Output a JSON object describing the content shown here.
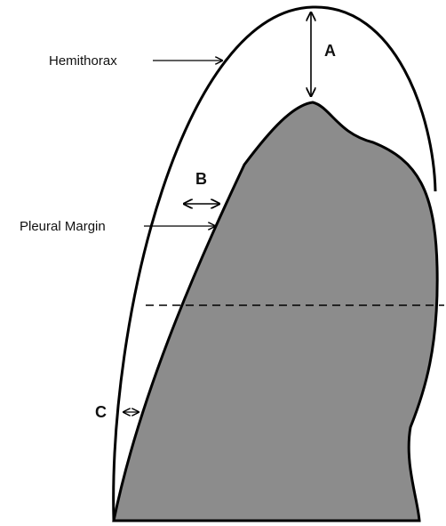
{
  "labels": {
    "hemithorax": "Hemithorax",
    "pleural_margin": "Pleural Margin",
    "a": "A",
    "b": "B",
    "c": "C"
  },
  "colors": {
    "lung": "#8c8c8c",
    "stroke": "#000000",
    "background": "#ffffff"
  }
}
